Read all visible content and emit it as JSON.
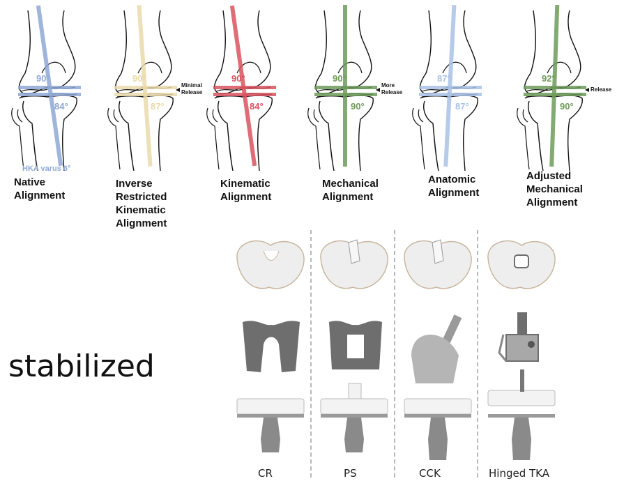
{
  "alignments": [
    {
      "caption": "Native Alignment",
      "color": "#8ea8d6",
      "angle_top": "90°",
      "angle_bottom": "84°",
      "note": "",
      "bottom_note": "HKA varus 6°"
    },
    {
      "caption": "Inverse Restricted Kinematic Alignment",
      "color": "#ead9aa",
      "angle_top": "90°",
      "angle_bottom": "87°",
      "note": "Minimal Release",
      "bottom_note": ""
    },
    {
      "caption": "Kinematic Alignment",
      "color": "#d9535f",
      "angle_top": "90°",
      "angle_bottom": "84°",
      "note": "",
      "bottom_note": ""
    },
    {
      "caption": "Mechanical Alignment",
      "color": "#6f9b5a",
      "angle_top": "90°",
      "angle_bottom": "90°",
      "note": "More Release",
      "bottom_note": ""
    },
    {
      "caption": "Anatomic Alignment",
      "color": "#a9c2e6",
      "angle_top": "87°",
      "angle_bottom": "87°",
      "note": "",
      "bottom_note": ""
    },
    {
      "caption": "Adjusted Mechanical Alignment",
      "color": "#6f9b5a",
      "angle_top": "92°",
      "angle_bottom": "90°",
      "note": "Release",
      "bottom_note": ""
    }
  ],
  "overlay_text": "stabilized",
  "implants": [
    {
      "label": "CR",
      "type": "cr"
    },
    {
      "label": "PS",
      "type": "ps"
    },
    {
      "label": "CCK",
      "type": "cck"
    },
    {
      "label": "Hinged TKA",
      "type": "hinged"
    }
  ],
  "colors": {
    "outline": "#111111",
    "implant_light": "#eeeeee",
    "implant_dark": "#6e6e6e",
    "implant_mid": "#9a9a9a"
  }
}
